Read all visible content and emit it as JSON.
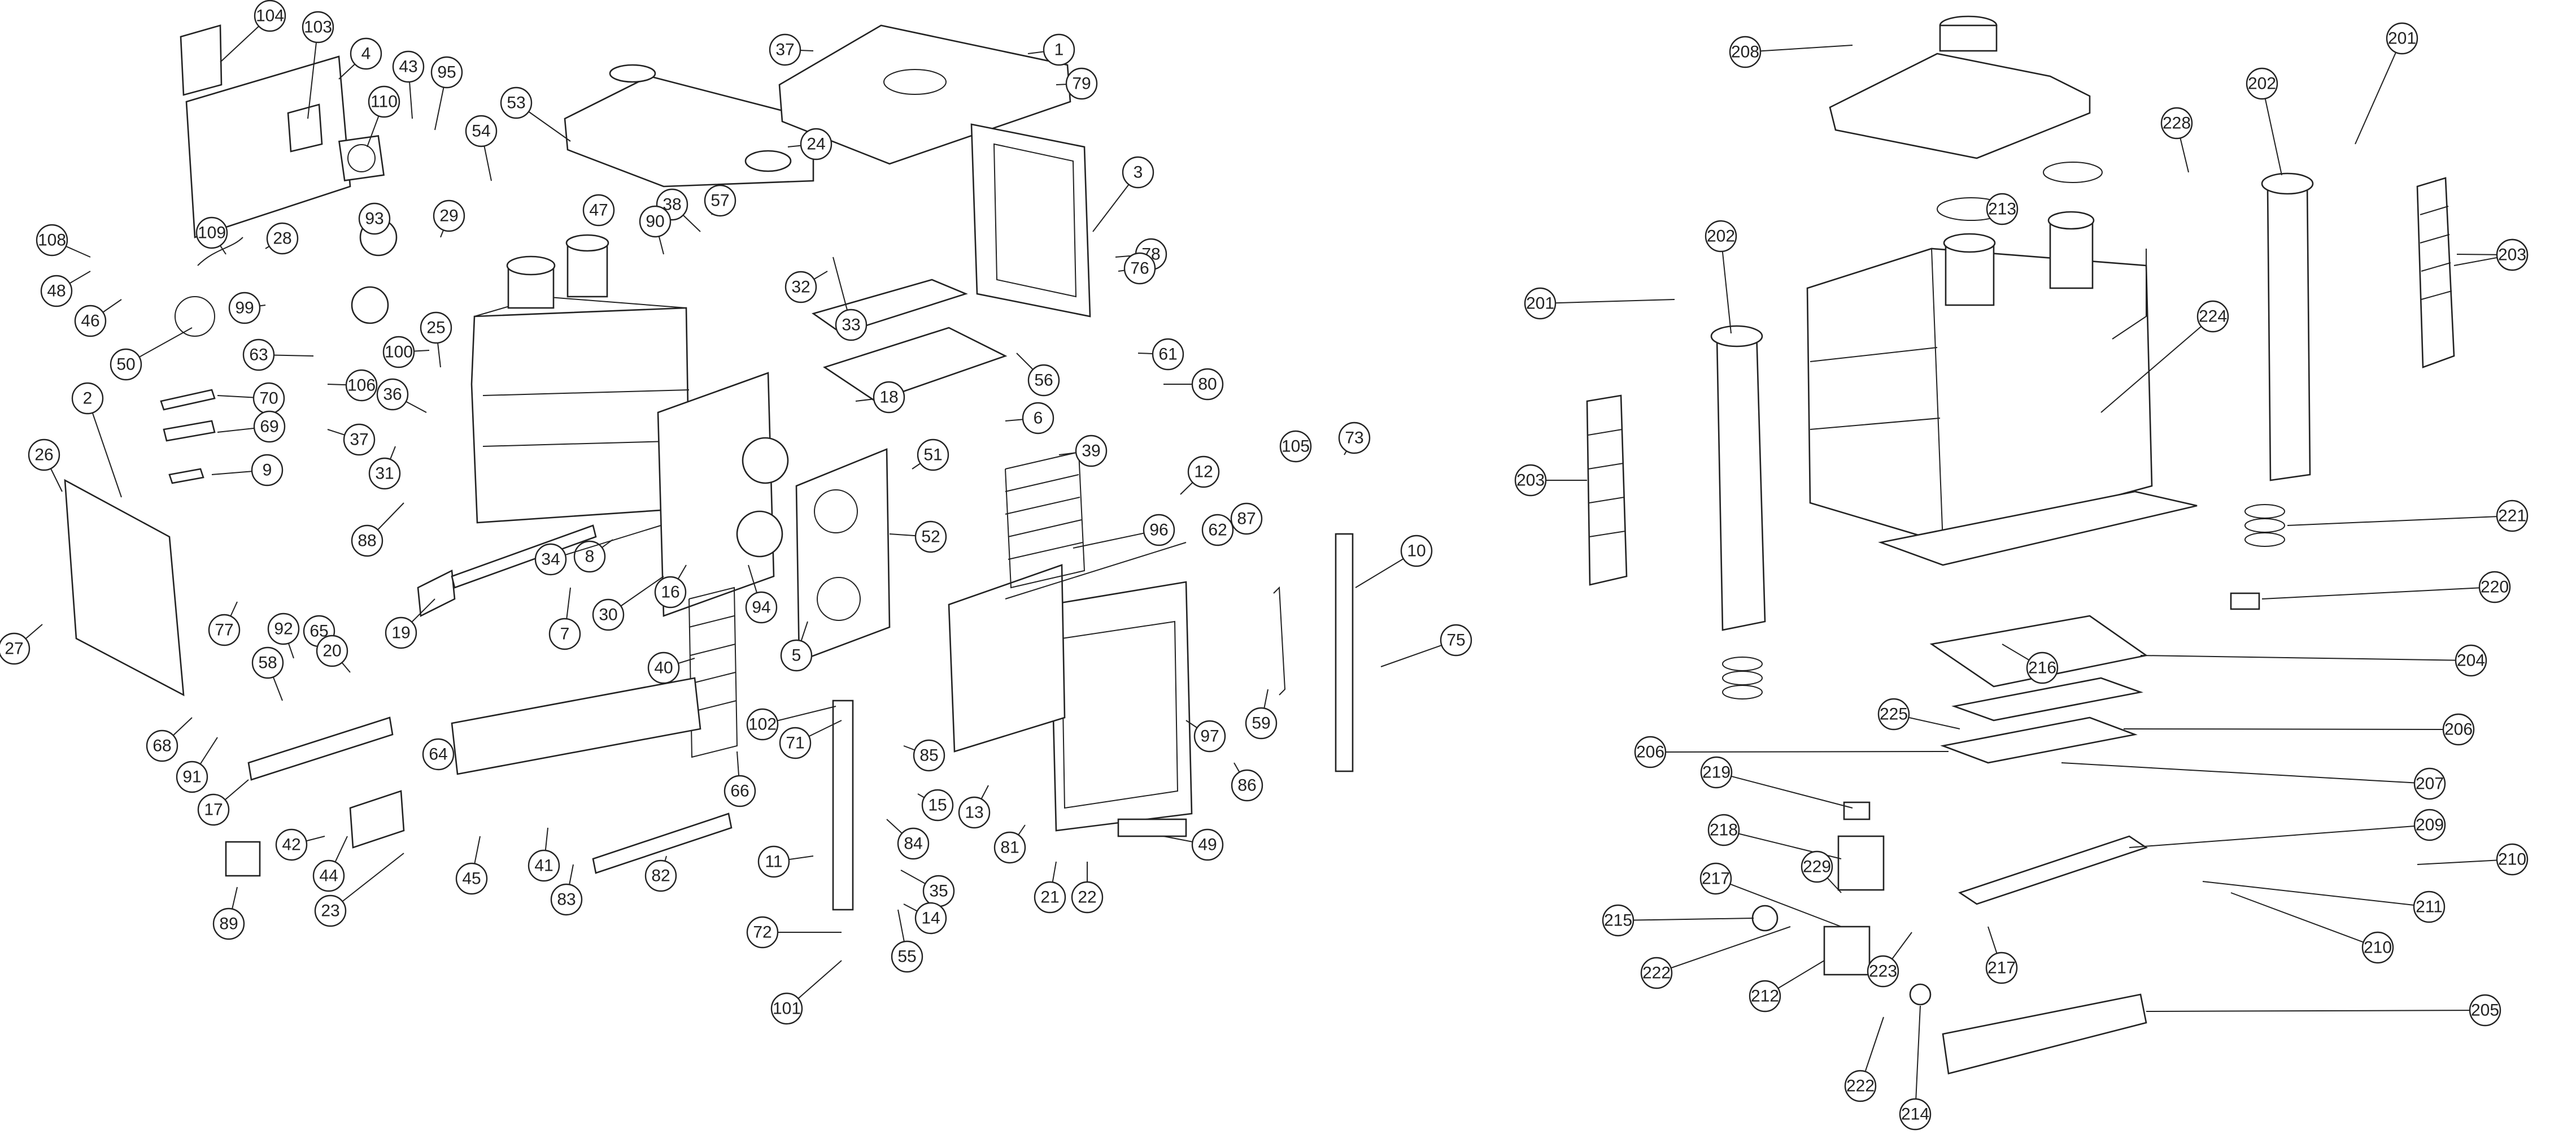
{
  "diagram": {
    "left_view_labels": [
      "104",
      "103",
      "4",
      "43",
      "95",
      "110",
      "54",
      "53",
      "37",
      "1",
      "79",
      "108",
      "109",
      "93",
      "28",
      "29",
      "47",
      "38",
      "57",
      "24",
      "3",
      "48",
      "46",
      "99",
      "90",
      "32",
      "33",
      "78",
      "76",
      "50",
      "63",
      "106",
      "100",
      "25",
      "36",
      "18",
      "56",
      "61",
      "80",
      "2",
      "70",
      "69",
      "37",
      "9",
      "31",
      "6",
      "39",
      "51",
      "26",
      "88",
      "105",
      "73",
      "12",
      "62",
      "87",
      "10",
      "8",
      "34",
      "30",
      "7",
      "19",
      "16",
      "94",
      "5",
      "52",
      "96",
      "77",
      "92",
      "65",
      "20",
      "40",
      "27",
      "59",
      "58",
      "68",
      "91",
      "17",
      "102",
      "71",
      "85",
      "84",
      "15",
      "13",
      "97",
      "86",
      "75",
      "64",
      "42",
      "44",
      "45",
      "23",
      "89",
      "41",
      "83",
      "82",
      "66",
      "11",
      "81",
      "49",
      "21",
      "22",
      "35",
      "14",
      "55",
      "72",
      "101"
    ],
    "right_view_labels": [
      "208",
      "201",
      "202",
      "228",
      "203",
      "213",
      "202",
      "201",
      "224",
      "203",
      "203",
      "221",
      "220",
      "216",
      "204",
      "225",
      "206",
      "206",
      "207",
      "219",
      "209",
      "218",
      "210",
      "229",
      "217",
      "211",
      "215",
      "210",
      "222",
      "223",
      "217",
      "212",
      "205",
      "222",
      "214"
    ]
  }
}
